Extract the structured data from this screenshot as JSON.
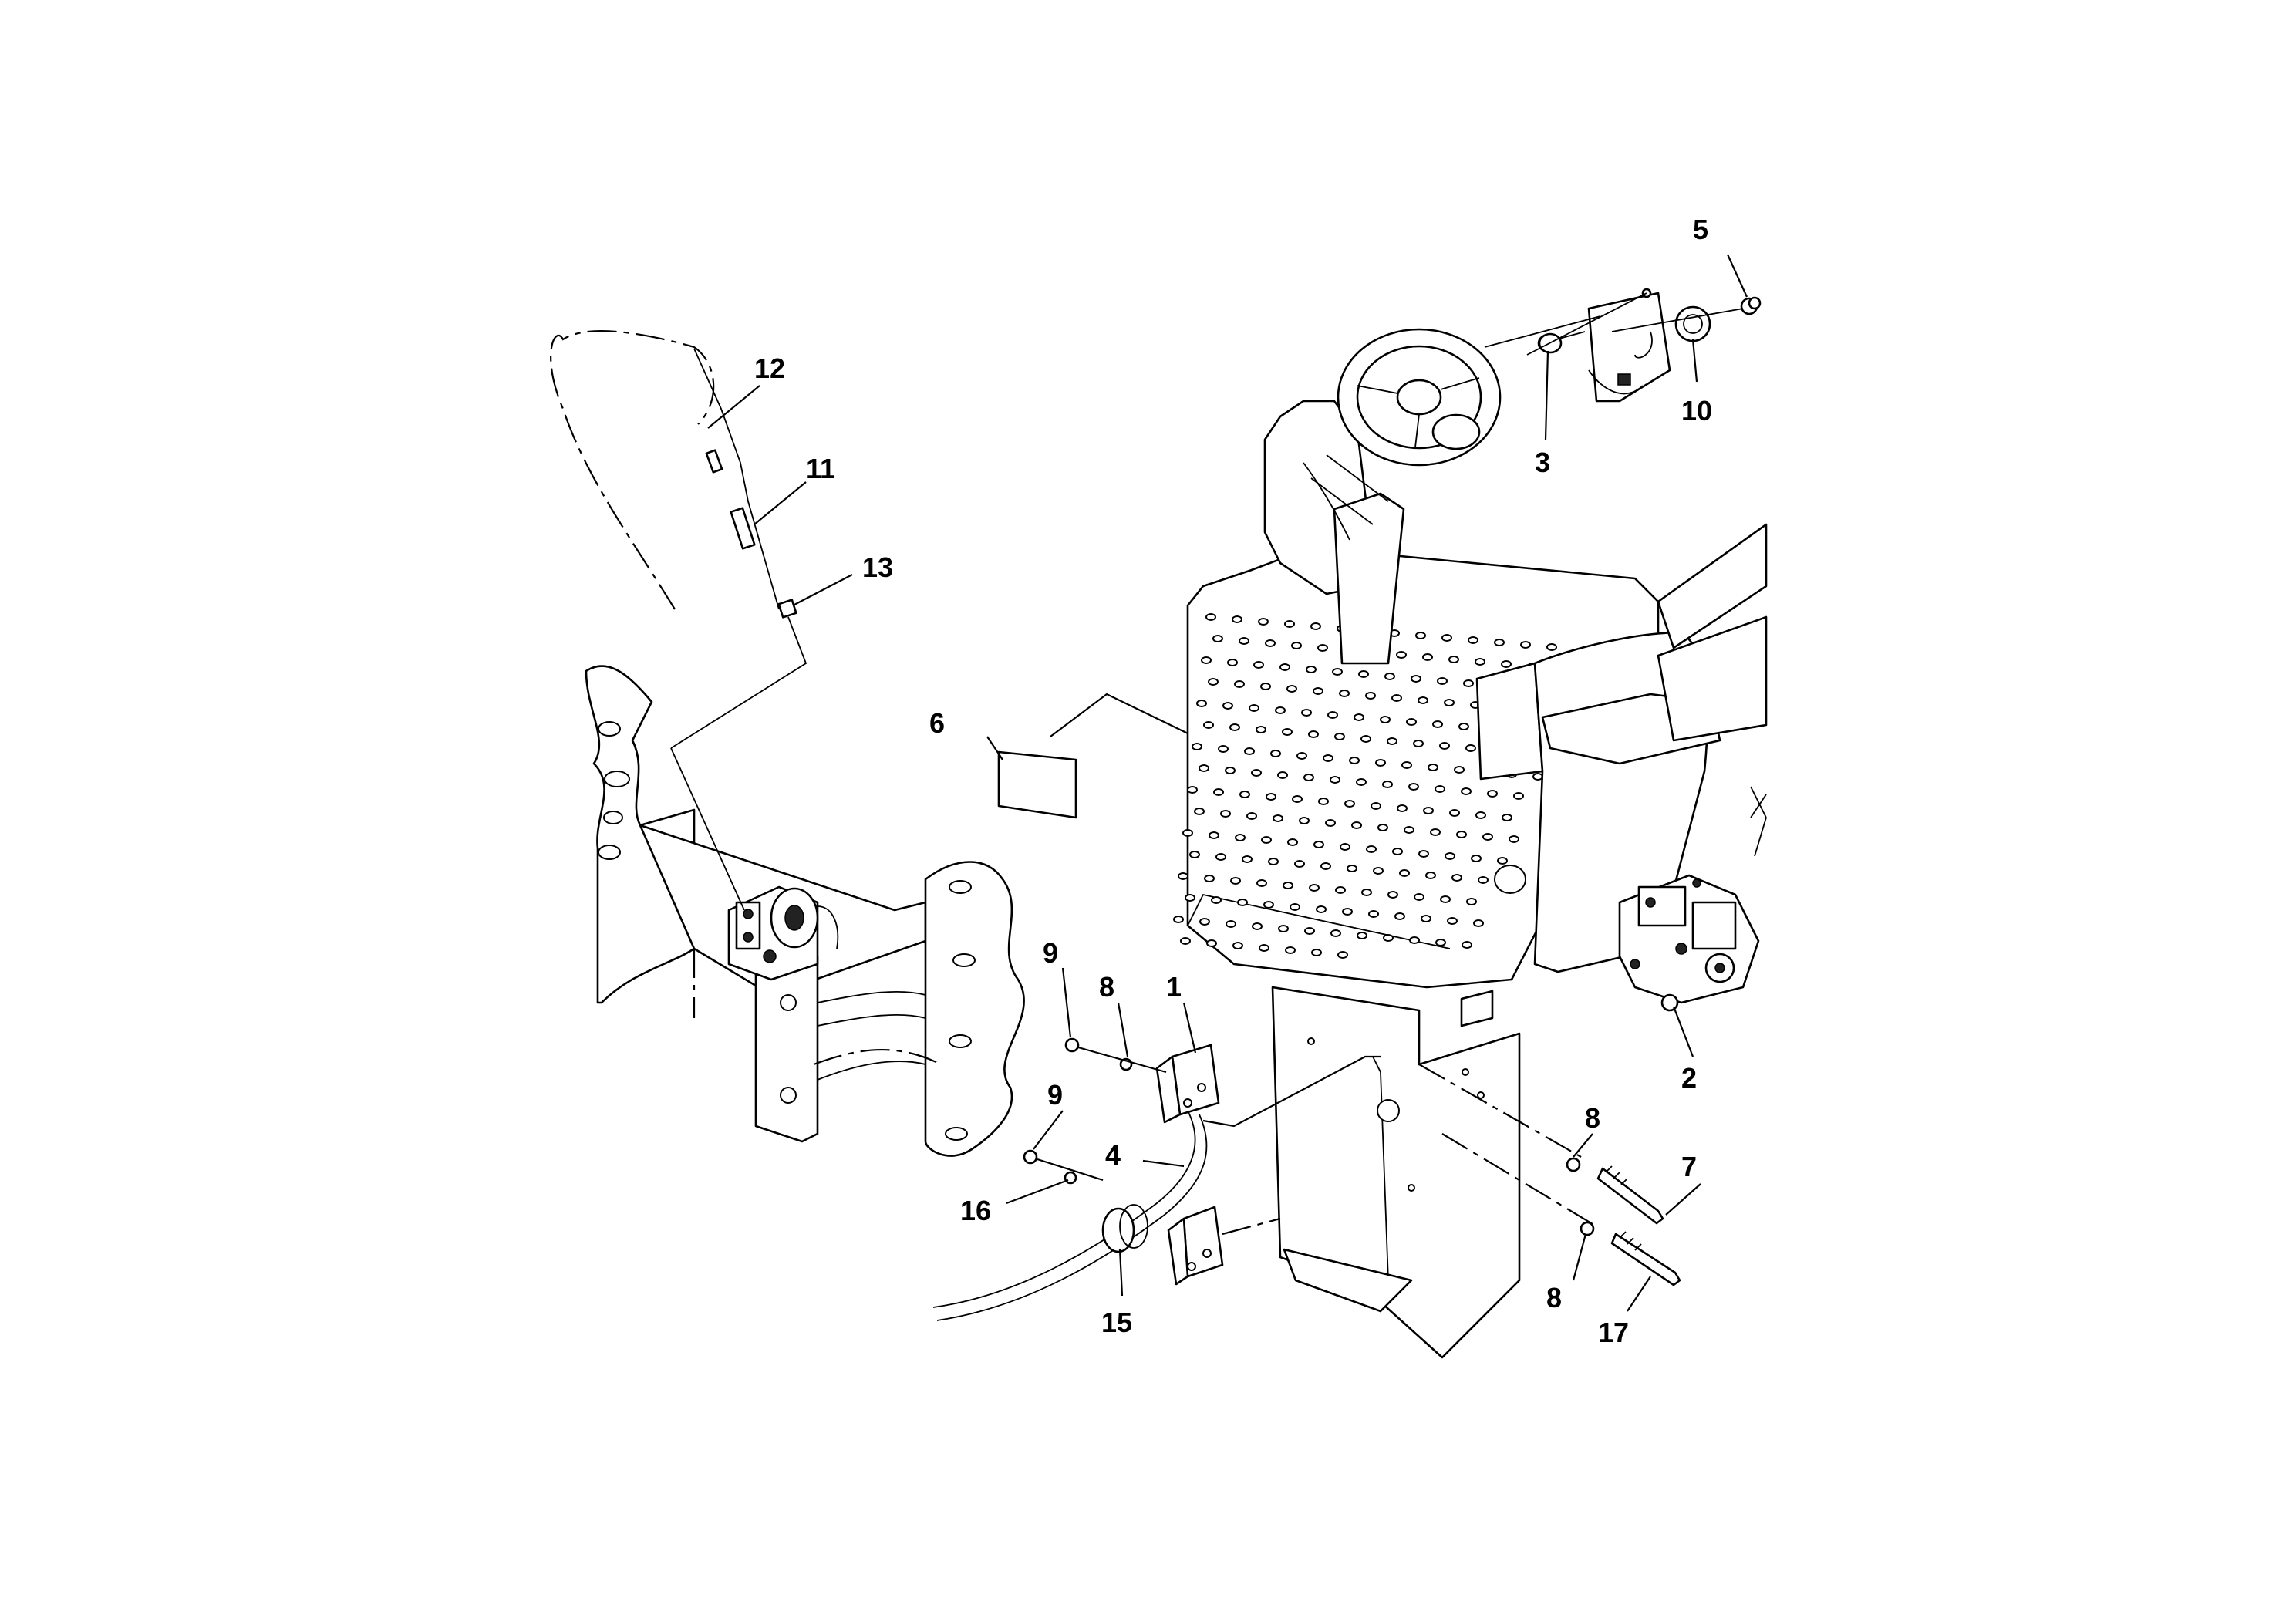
{
  "diagram": {
    "callouts": [
      {
        "id": "c1",
        "label": "1"
      },
      {
        "id": "c2",
        "label": "2"
      },
      {
        "id": "c3",
        "label": "3"
      },
      {
        "id": "c4",
        "label": "4"
      },
      {
        "id": "c5",
        "label": "5"
      },
      {
        "id": "c6",
        "label": "6"
      },
      {
        "id": "c7",
        "label": "7"
      },
      {
        "id": "c8a",
        "label": "8"
      },
      {
        "id": "c8b",
        "label": "8"
      },
      {
        "id": "c8c",
        "label": "8"
      },
      {
        "id": "c9a",
        "label": "9"
      },
      {
        "id": "c9b",
        "label": "9"
      },
      {
        "id": "c10",
        "label": "10"
      },
      {
        "id": "c11",
        "label": "11"
      },
      {
        "id": "c12",
        "label": "12"
      },
      {
        "id": "c13",
        "label": "13"
      },
      {
        "id": "c15",
        "label": "15"
      },
      {
        "id": "c16",
        "label": "16"
      },
      {
        "id": "c17",
        "label": "17"
      }
    ]
  }
}
